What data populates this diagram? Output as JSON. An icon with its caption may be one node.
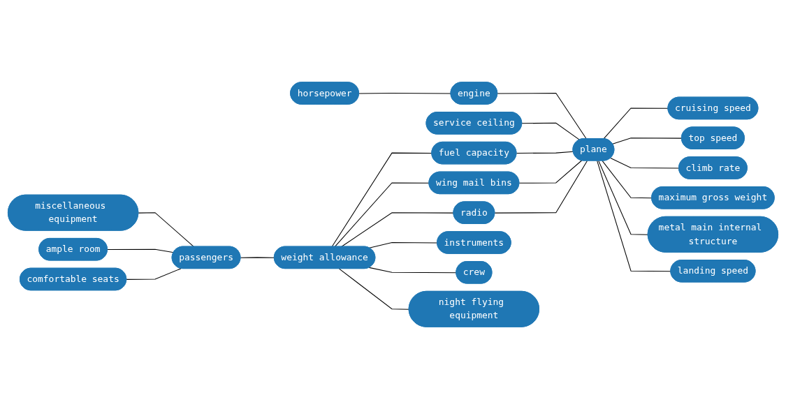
{
  "diagram": {
    "nodes": [
      {
        "text": [
          "horsepower"
        ]
      },
      {
        "text": [
          "engine"
        ]
      },
      {
        "text": [
          "cruising speed"
        ]
      },
      {
        "text": [
          "service ceiling"
        ]
      },
      {
        "text": [
          "top speed"
        ]
      },
      {
        "text": [
          "climb rate"
        ]
      },
      {
        "text": [
          "miscellaneous equipment"
        ]
      },
      {
        "text": [
          "plane"
        ]
      },
      {
        "text": [
          "maximum gross weight"
        ]
      },
      {
        "text": [
          "fuel capacity"
        ]
      },
      {
        "text": [
          "ample room"
        ]
      },
      {
        "text": [
          "wing mail bins"
        ]
      },
      {
        "text": [
          "metal main internal structure"
        ]
      },
      {
        "text": [
          "passengers"
        ]
      },
      {
        "text": [
          "radio"
        ]
      },
      {
        "text": [
          "landing speed"
        ]
      },
      {
        "text": [
          "weight allowance"
        ]
      },
      {
        "text": [
          "comfortable seats"
        ]
      },
      {
        "text": [
          "instruments"
        ]
      },
      {
        "text": [
          "crew"
        ]
      },
      {
        "text": [
          "night flying equipment"
        ]
      }
    ],
    "edges": [
      {
        "from": 0,
        "to": 1,
        "arrow": "none"
      },
      {
        "from": 1,
        "to": 7,
        "arrow": "none"
      },
      {
        "from": 3,
        "to": 7,
        "arrow": "none"
      },
      {
        "from": 7,
        "to": 2,
        "arrow": "none"
      },
      {
        "from": 7,
        "to": 4,
        "arrow": "none"
      },
      {
        "from": 7,
        "to": 5,
        "arrow": "none"
      },
      {
        "from": 7,
        "to": 8,
        "arrow": "none"
      },
      {
        "from": 7,
        "to": 12,
        "arrow": "none"
      },
      {
        "from": 7,
        "to": 15,
        "arrow": "none"
      },
      {
        "from": 9,
        "to": 7,
        "arrow": "none"
      },
      {
        "from": 11,
        "to": 7,
        "arrow": "none"
      },
      {
        "from": 14,
        "to": 7,
        "arrow": "none"
      },
      {
        "from": 16,
        "to": 9,
        "arrow": "none"
      },
      {
        "from": 16,
        "to": 11,
        "arrow": "none"
      },
      {
        "from": 16,
        "to": 14,
        "arrow": "none"
      },
      {
        "from": 13,
        "to": 16,
        "arrow": "none"
      },
      {
        "from": 6,
        "to": 13,
        "arrow": "none"
      },
      {
        "from": 10,
        "to": 13,
        "arrow": "none"
      },
      {
        "from": 17,
        "to": 13,
        "arrow": "none"
      },
      {
        "from": 16,
        "to": 18,
        "arrow": "none"
      },
      {
        "from": 16,
        "to": 19,
        "arrow": "none"
      },
      {
        "from": 16,
        "to": 20,
        "arrow": "none"
      }
    ]
  }
}
